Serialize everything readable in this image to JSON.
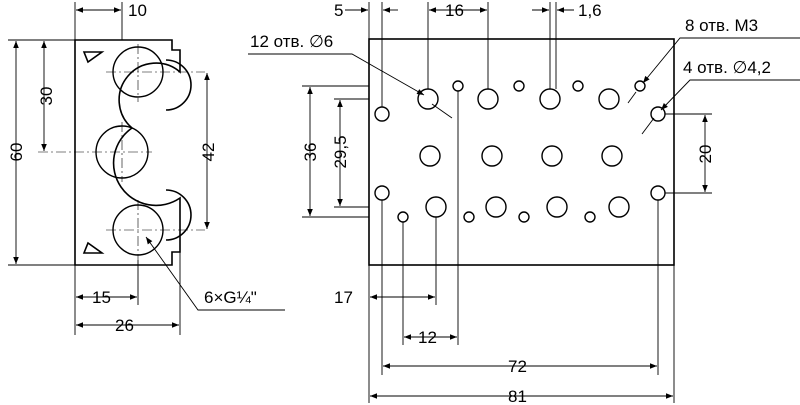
{
  "side_view": {
    "dims": {
      "top": "10",
      "left_outer": "60",
      "left_inner": "30",
      "right": "42",
      "bottom_small": "15",
      "bottom_large": "26"
    },
    "callout_ports": "6×G¼\""
  },
  "front_view": {
    "dims": {
      "top_a": "5",
      "top_b": "16",
      "top_c": "1,6",
      "left_outer": "36",
      "left_inner": "29,5",
      "right": "20",
      "bottom_17": "17",
      "bottom_12": "12",
      "bottom_72": "72",
      "bottom_81": "81"
    },
    "callout_large_holes": "12 отв. ∅6",
    "callout_m3": "8 отв. M3",
    "callout_small_holes": "4 отв. ∅4,2"
  }
}
